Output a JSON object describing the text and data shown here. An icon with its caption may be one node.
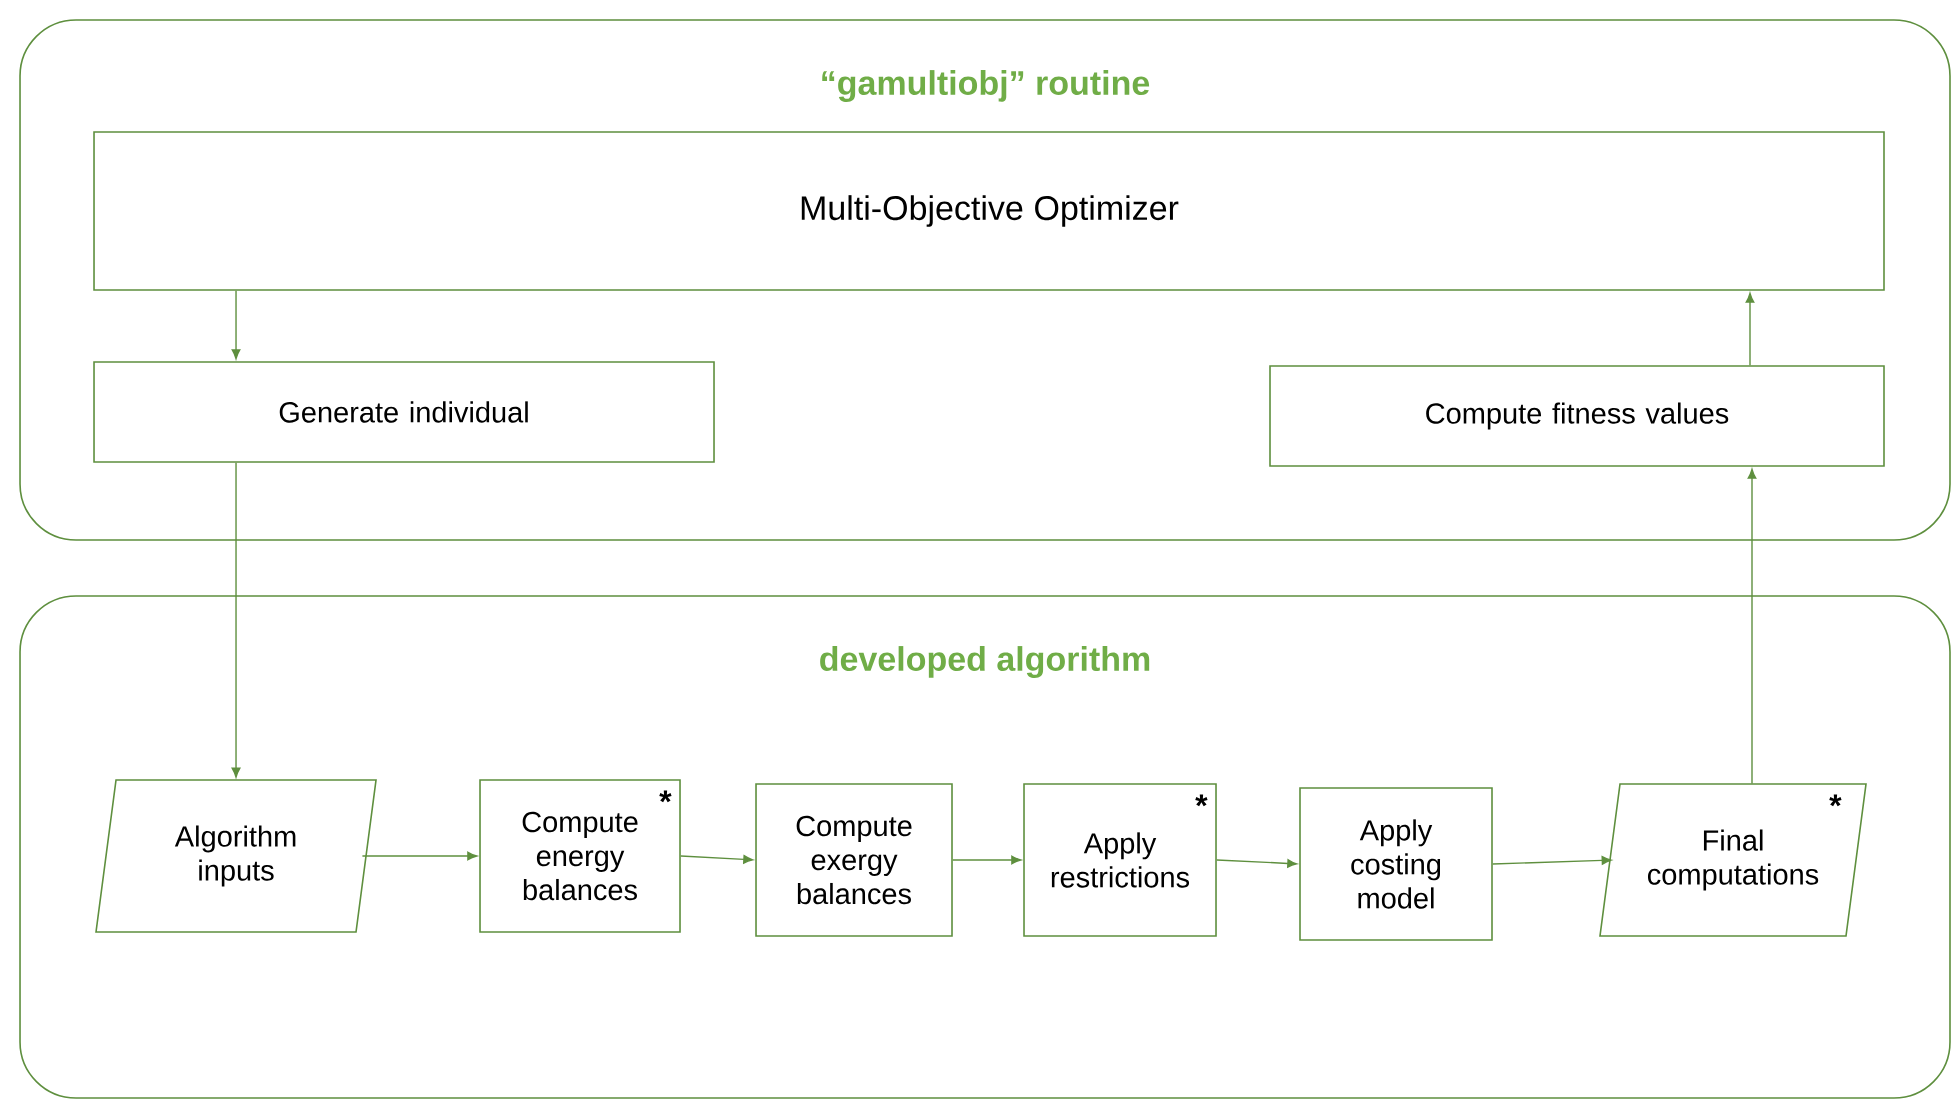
{
  "diagram": {
    "nodes": [
      {
        "text": [
          "“gamultiobj” routine"
        ]
      },
      {
        "text": [
          "Multi-Objective Optimizer"
        ],
        "in": 0
      },
      {
        "text": [
          "Generate individual"
        ],
        "in": 0
      },
      {
        "text": [
          "Compute fitness values"
        ],
        "in": 0
      },
      {
        "text": [
          "developed algorithm"
        ]
      },
      {
        "text": [
          "Algorithm inputs"
        ],
        "in": 4
      },
      {
        "text": [
          "Compute energy balances",
          "*"
        ],
        "in": 4
      },
      {
        "text": [
          "Compute exergy balances"
        ],
        "in": 4
      },
      {
        "text": [
          "Apply restrictions",
          "*"
        ],
        "in": 4
      },
      {
        "text": [
          "Apply costing model"
        ],
        "in": 4
      },
      {
        "text": [
          "Final computations",
          "*"
        ],
        "in": 4
      }
    ],
    "edges": [
      {
        "from": 1,
        "to": 2,
        "arrow": "to"
      },
      {
        "from": 2,
        "to": 5,
        "arrow": "to"
      },
      {
        "from": 5,
        "to": 6,
        "arrow": "to"
      },
      {
        "from": 6,
        "to": 7,
        "arrow": "to"
      },
      {
        "from": 7,
        "to": 8,
        "arrow": "to"
      },
      {
        "from": 8,
        "to": 9,
        "arrow": "to"
      },
      {
        "from": 9,
        "to": 10,
        "arrow": "to"
      },
      {
        "from": 10,
        "to": 3,
        "arrow": "to"
      },
      {
        "from": 3,
        "to": 1,
        "arrow": "to"
      }
    ]
  }
}
